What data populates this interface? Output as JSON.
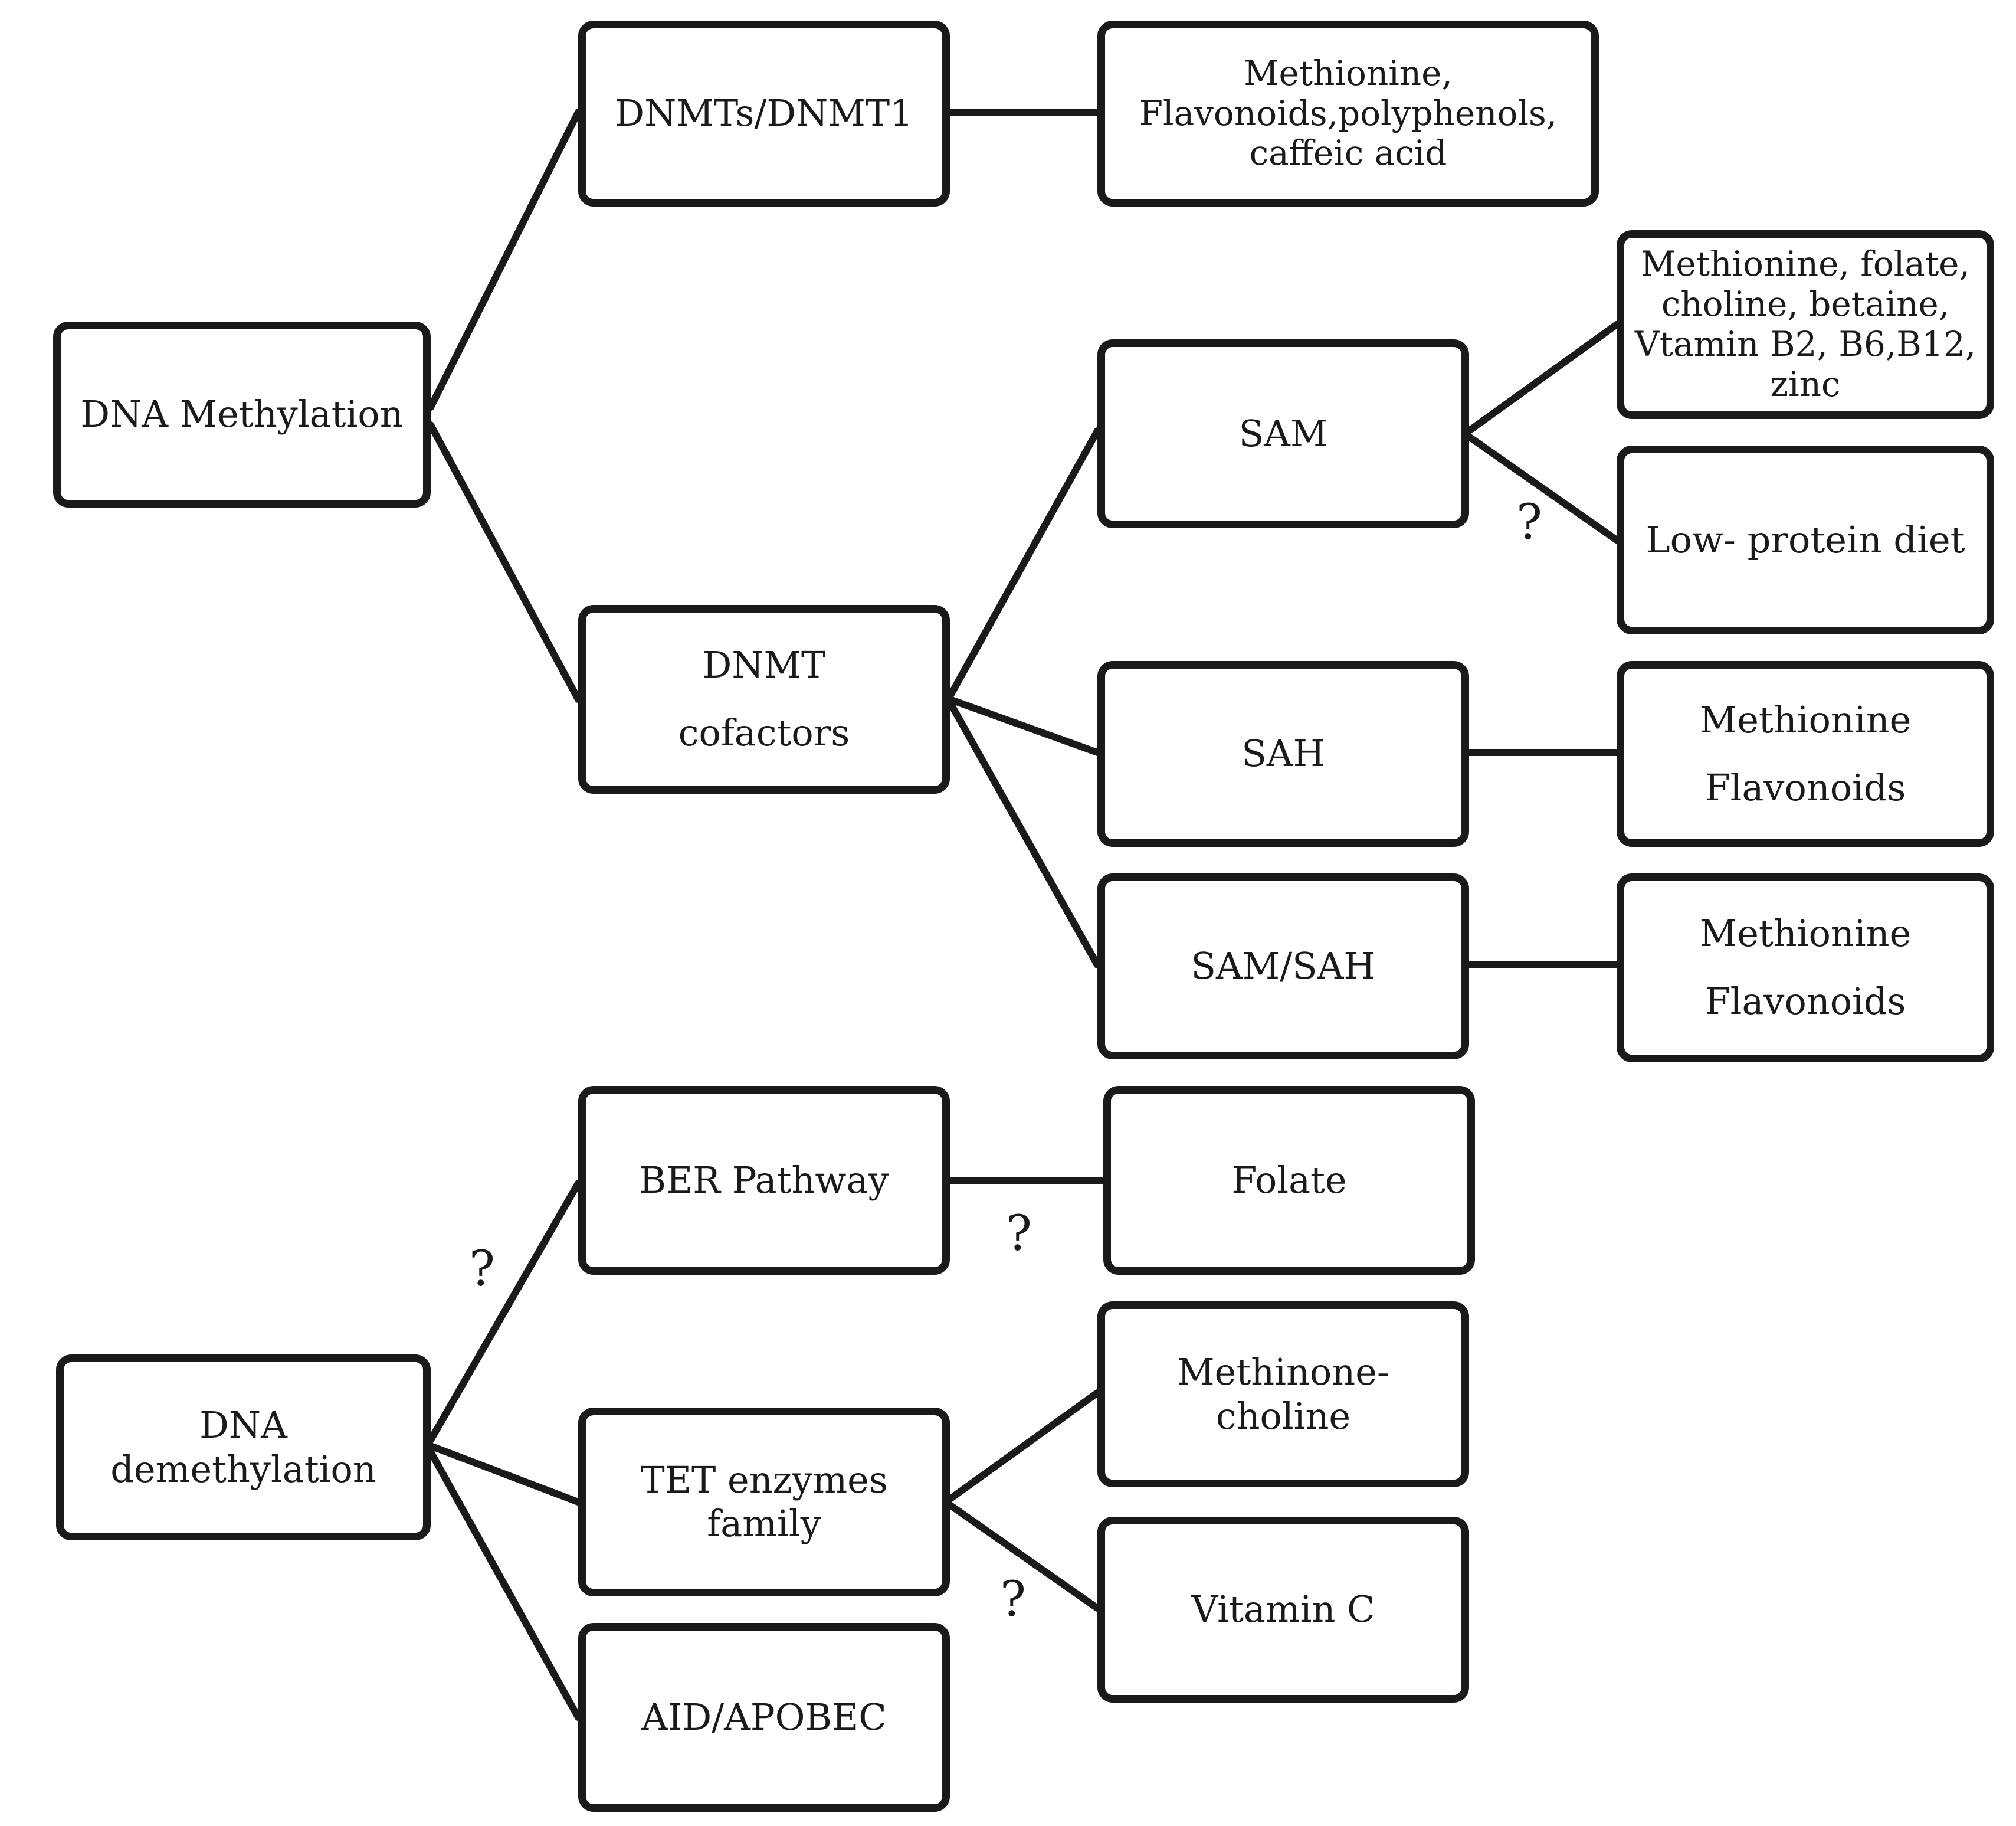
{
  "nodes": {
    "dna_methylation": "DNA Methylation",
    "dnmts": "DNMTs/DNMT1",
    "dnmts_nutrients": "Methionine,\nFlavonoids,polyphenols,\ncaffeic acid",
    "dnmt_cofactors": "DNMT\ncofactors",
    "sam": "SAM",
    "sam_nutrients": "Methionine, folate,\ncholine, betaine,\nVtamin B2, B6,B12,\nzinc",
    "low_protein": "Low- protein diet",
    "sah": "SAH",
    "sah_nutrients": "Methionine\nFlavonoids",
    "sam_sah": "SAM/SAH",
    "sam_sah_nutrients": "Methionine\nFlavonoids",
    "dna_demethylation": "DNA demethylation",
    "ber": "BER Pathway",
    "folate": "Folate",
    "tet": "TET enzymes family",
    "methinone_choline": "Methinone-choline",
    "vitamin_c": "Vitamin C",
    "aid": "AID/APOBEC"
  },
  "question_mark": "?"
}
